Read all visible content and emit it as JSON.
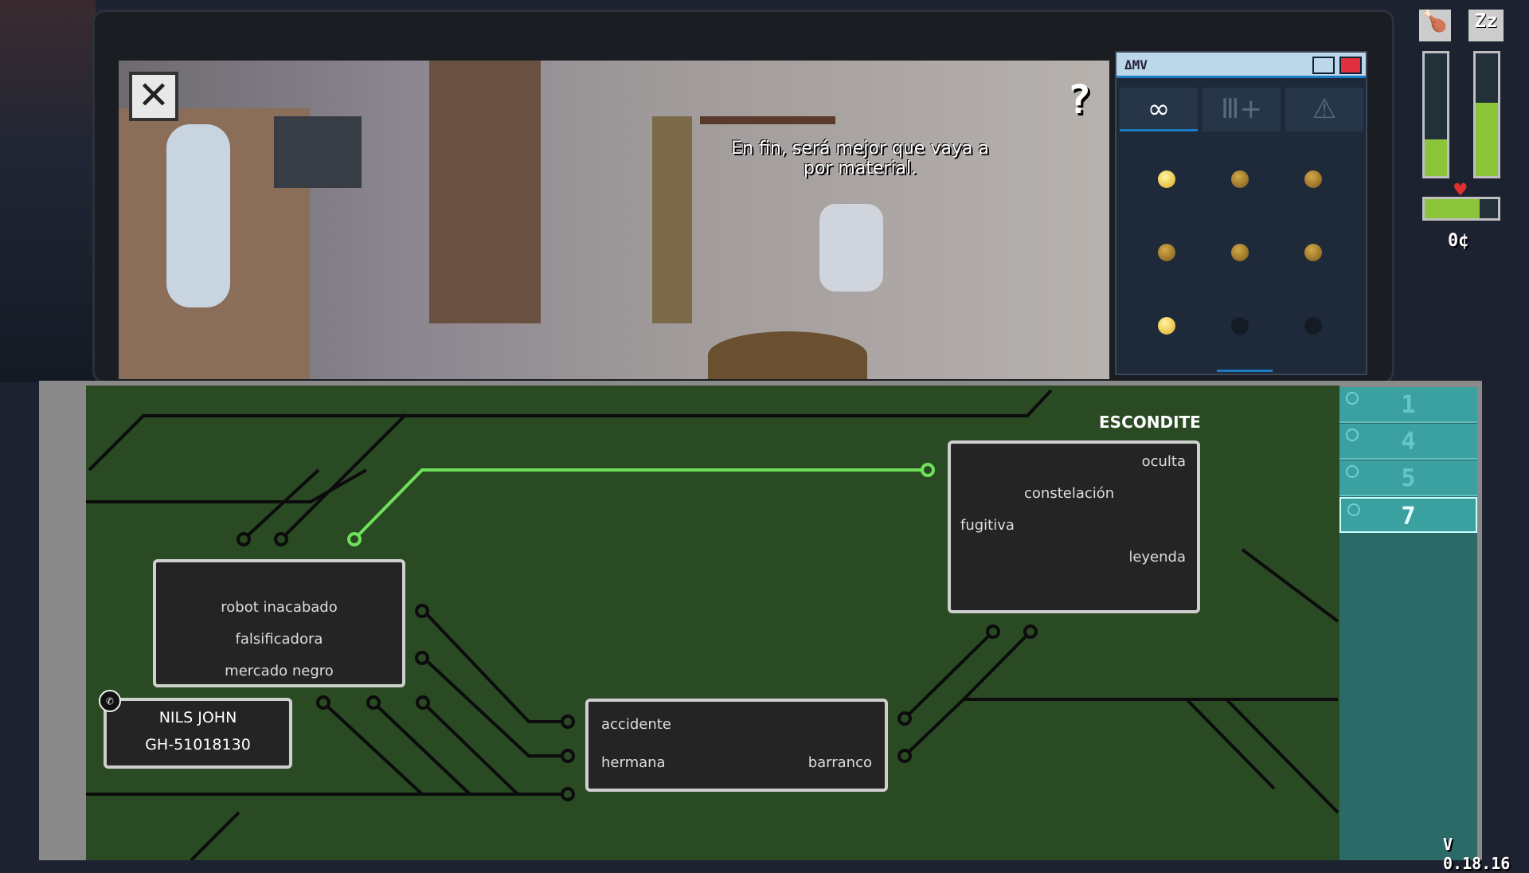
{
  "scene": {
    "dialogue": "En fin, será mejor que vaya a por material.",
    "hint_label": "?",
    "close_icon": "close-x-icon"
  },
  "pad": {
    "title": "ΔMV",
    "tabs": [
      {
        "icon": "binoculars-icon",
        "active": true
      },
      {
        "icon": "inventory-add-icon",
        "active": false
      },
      {
        "icon": "warning-icon",
        "active": false
      }
    ],
    "dots": [
      "bright",
      "dim",
      "dim",
      "dim",
      "dim",
      "dim",
      "bright",
      "dark",
      "dark"
    ]
  },
  "status": {
    "hunger_level": 0.3,
    "sleep_level": 0.6,
    "health_level": 0.75,
    "money": "0¢",
    "sleep_label": "Zz"
  },
  "board": {
    "category": "ESCONDITE",
    "escondite_words": [
      "oculta",
      "constelación",
      "fugitiva",
      "leyenda"
    ],
    "robot_words": [
      "robot inacabado",
      "falsificadora",
      "mercado negro"
    ],
    "contact": {
      "name": "NILS JOHN",
      "number": "GH-51018130"
    },
    "accident_words": [
      "accidente",
      "hermana",
      "barranco"
    ]
  },
  "list": [
    {
      "label": "1",
      "selected": false
    },
    {
      "label": "4",
      "selected": false
    },
    {
      "label": "5",
      "selected": false
    },
    {
      "label": "7",
      "selected": true
    }
  ],
  "version": "V 0.18.16"
}
